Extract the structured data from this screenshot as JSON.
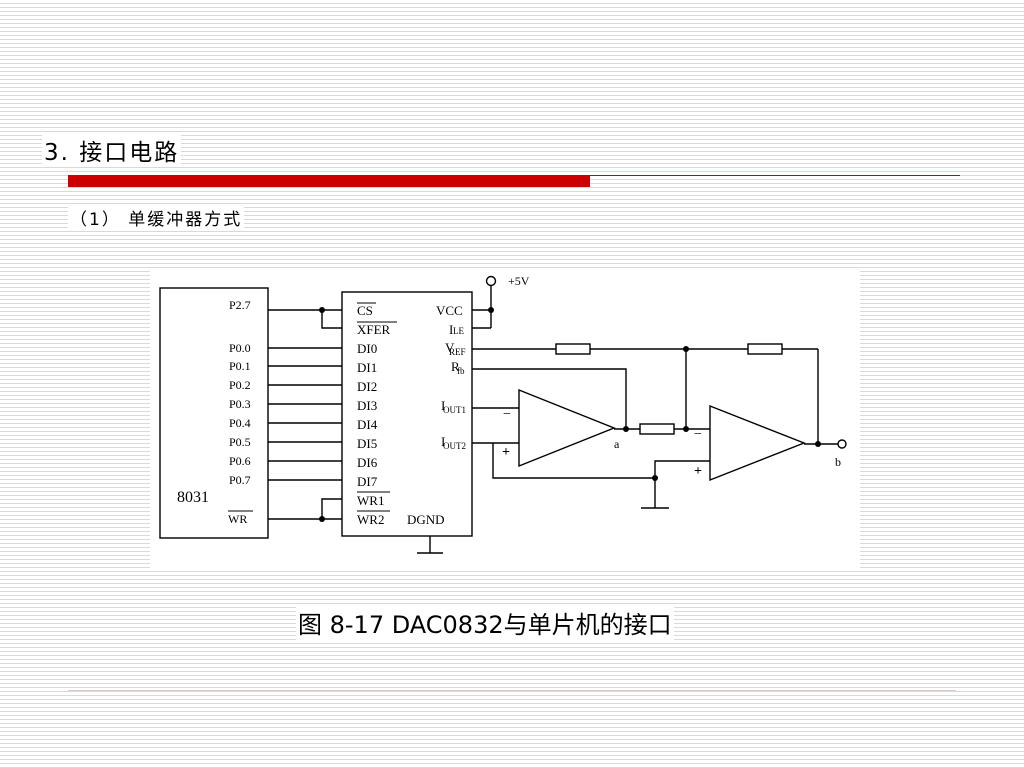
{
  "slide": {
    "heading": "3. 接口电路",
    "subheading": "（1） 单缓冲器方式",
    "caption": "图 8-17  DAC0832与单片机的接口"
  },
  "circuit": {
    "mcu": {
      "name": "8031",
      "pins": [
        "P2.7",
        "P0.0",
        "P0.1",
        "P0.2",
        "P0.3",
        "P0.4",
        "P0.5",
        "P0.6",
        "P0.7",
        "WR"
      ]
    },
    "dac": {
      "left_pins": [
        "CS",
        "XFER",
        "DI0",
        "DI1",
        "DI2",
        "DI3",
        "DI4",
        "DI5",
        "DI6",
        "DI7",
        "WR1",
        "WR2"
      ],
      "right_pins": {
        "vcc": "VCC",
        "ile": "I",
        "ile_sub": "LE",
        "vref": "V",
        "vref_sub": "REF",
        "rfb": "R",
        "rfb_sub": "fb",
        "iout1": "I",
        "iout1_sub": "OUT1",
        "iout2": "I",
        "iout2_sub": "OUT2",
        "dgnd": "DGND"
      }
    },
    "supply": "+5V",
    "opamp_signs": {
      "minus": "−",
      "plus": "+"
    },
    "nodes": {
      "a": "a",
      "b": "b"
    }
  }
}
